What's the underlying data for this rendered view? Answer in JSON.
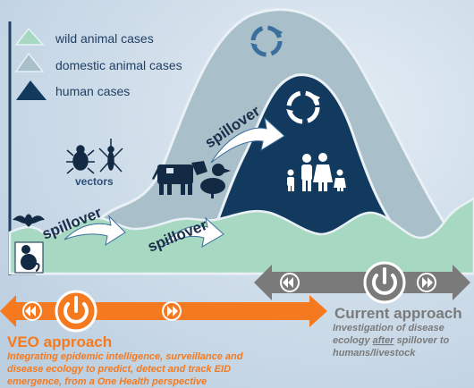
{
  "legend": {
    "wild": "wild animal cases",
    "domestic": "domestic animal cases",
    "human": "human cases"
  },
  "labels": {
    "spillover": "spillover",
    "vectors": "vectors"
  },
  "veo": {
    "title": "VEO approach",
    "desc_line1": "Integrating epidemic intelligence, surveillance and",
    "desc_line2": "disease ecology to predict, detect and track EID",
    "desc_line3": "emergence, from a One Health perspective"
  },
  "current": {
    "title": "Current approach",
    "desc_line1": "Investigation of disease",
    "desc_line2_pre": "ecology ",
    "desc_line2_emph": "after",
    "desc_line2_post": " spillover to",
    "desc_line3": "humans/livestock"
  },
  "colors": {
    "background": "#c9d8e6",
    "wild": "#a7d9c2",
    "domestic": "#a9bfc9",
    "human": "#123a5e",
    "orange": "#f57a1f",
    "gray": "#7a7a7a"
  },
  "icons": [
    "recycle-icon",
    "family-icon",
    "cow-icon",
    "duck-icon",
    "beetle-icon",
    "mosquito-icon",
    "bat-icon",
    "monkey-icon",
    "power-icon",
    "rewind-icon",
    "fast-forward-icon"
  ]
}
